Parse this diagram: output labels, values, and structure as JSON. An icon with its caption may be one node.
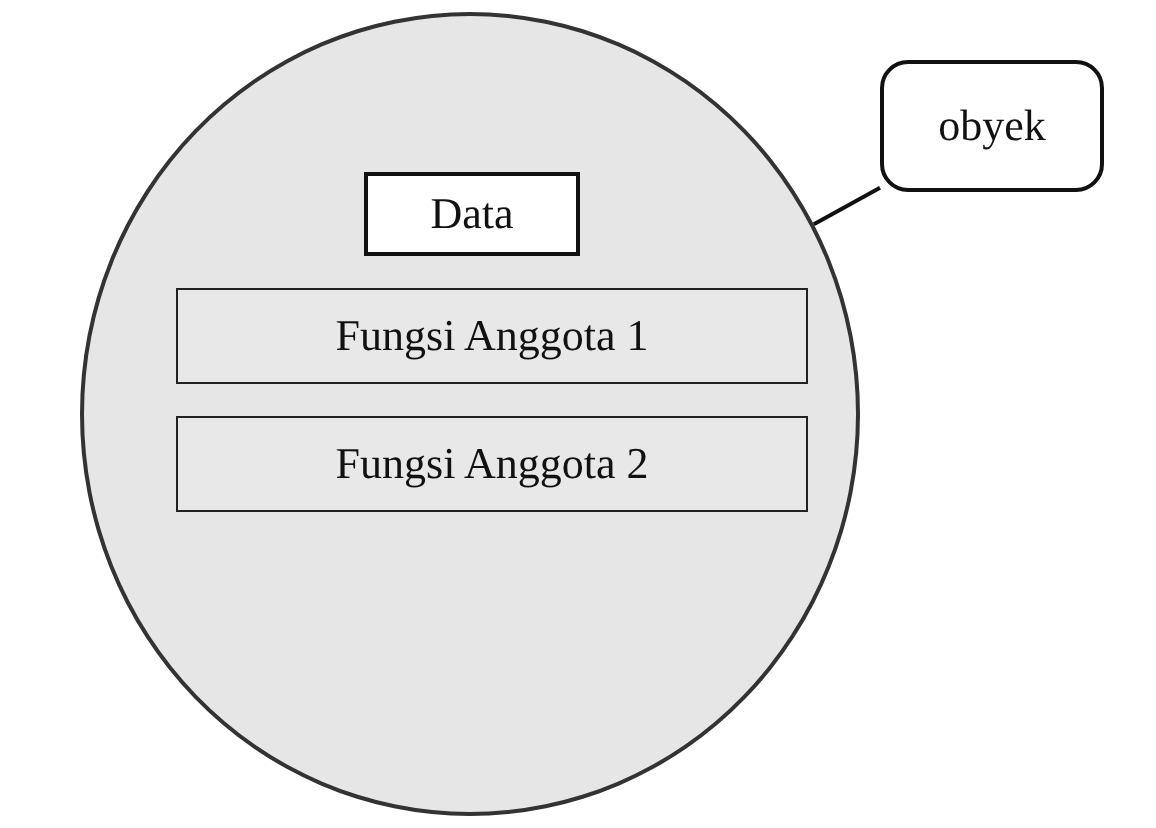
{
  "diagram": {
    "nodes": [
      {
        "text": [],
        "shape": "circle"
      },
      {
        "text": [
          "Data"
        ],
        "in": 0
      },
      {
        "text": [
          "Fungsi Anggota 1"
        ],
        "in": 0
      },
      {
        "text": [
          "Fungsi Anggota 2"
        ],
        "in": 0
      },
      {
        "text": [
          "obyek"
        ]
      }
    ],
    "edges": [
      {
        "from": 4,
        "to": 0,
        "arrow": "none"
      }
    ]
  }
}
